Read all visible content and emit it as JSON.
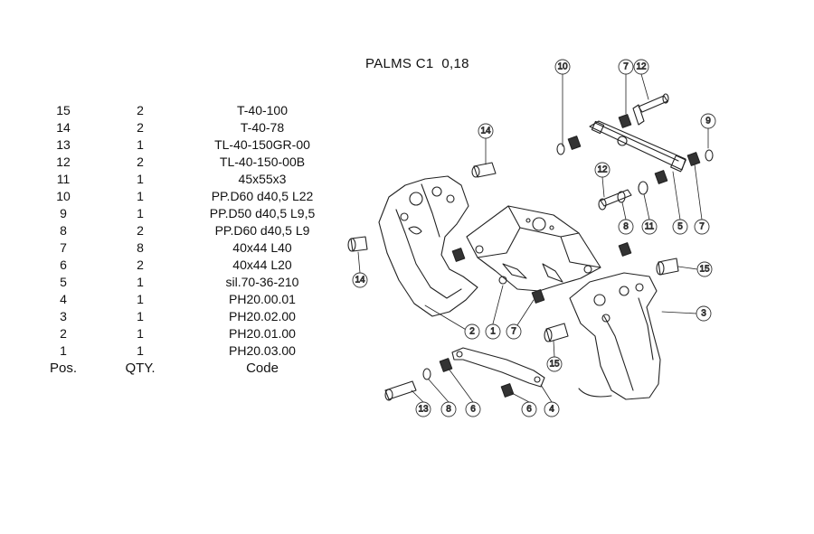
{
  "title": "PALMS C1  0,18",
  "bom": {
    "headers": {
      "pos": "Pos.",
      "qty": "QTY.",
      "code": "Code"
    },
    "rows": [
      {
        "pos": "15",
        "qty": "2",
        "code": "T-40-100"
      },
      {
        "pos": "14",
        "qty": "2",
        "code": "T-40-78"
      },
      {
        "pos": "13",
        "qty": "1",
        "code": "TL-40-150GR-00"
      },
      {
        "pos": "12",
        "qty": "2",
        "code": "TL-40-150-00B"
      },
      {
        "pos": "11",
        "qty": "1",
        "code": "45x55x3"
      },
      {
        "pos": "10",
        "qty": "1",
        "code": "PP.D60 d40,5 L22"
      },
      {
        "pos": "9",
        "qty": "1",
        "code": "PP.D50 d40,5 L9,5"
      },
      {
        "pos": "8",
        "qty": "2",
        "code": "PP.D60 d40,5 L9"
      },
      {
        "pos": "7",
        "qty": "8",
        "code": "40x44 L40"
      },
      {
        "pos": "6",
        "qty": "2",
        "code": "40x44 L20"
      },
      {
        "pos": "5",
        "qty": "1",
        "code": "sil.70-36-210"
      },
      {
        "pos": "4",
        "qty": "1",
        "code": "PH20.00.01"
      },
      {
        "pos": "3",
        "qty": "1",
        "code": "PH20.02.00"
      },
      {
        "pos": "2",
        "qty": "1",
        "code": "PH20.01.00"
      },
      {
        "pos": "1",
        "qty": "1",
        "code": "PH20.03.00"
      }
    ]
  },
  "callouts": [
    "10",
    "7",
    "12",
    "14",
    "9",
    "12",
    "8",
    "11",
    "5",
    "7",
    "14",
    "15",
    "2",
    "1",
    "7",
    "3",
    "15",
    "13",
    "8",
    "6",
    "6",
    "4"
  ]
}
